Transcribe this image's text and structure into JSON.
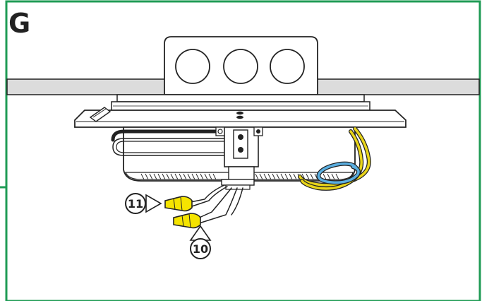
{
  "step": {
    "letter": "G"
  },
  "callouts": [
    {
      "number": "11",
      "target": "upper-wire-connector"
    },
    {
      "number": "10",
      "target": "lower-wire-connector"
    }
  ],
  "colors": {
    "frame": "#1f9b55",
    "outline": "#222222",
    "ceiling": "#dcdcdc",
    "connector": "#f5e400",
    "ground_wire": "#e8d41a",
    "blue_wire": "#5aaee0",
    "black_wire": "#222222"
  }
}
